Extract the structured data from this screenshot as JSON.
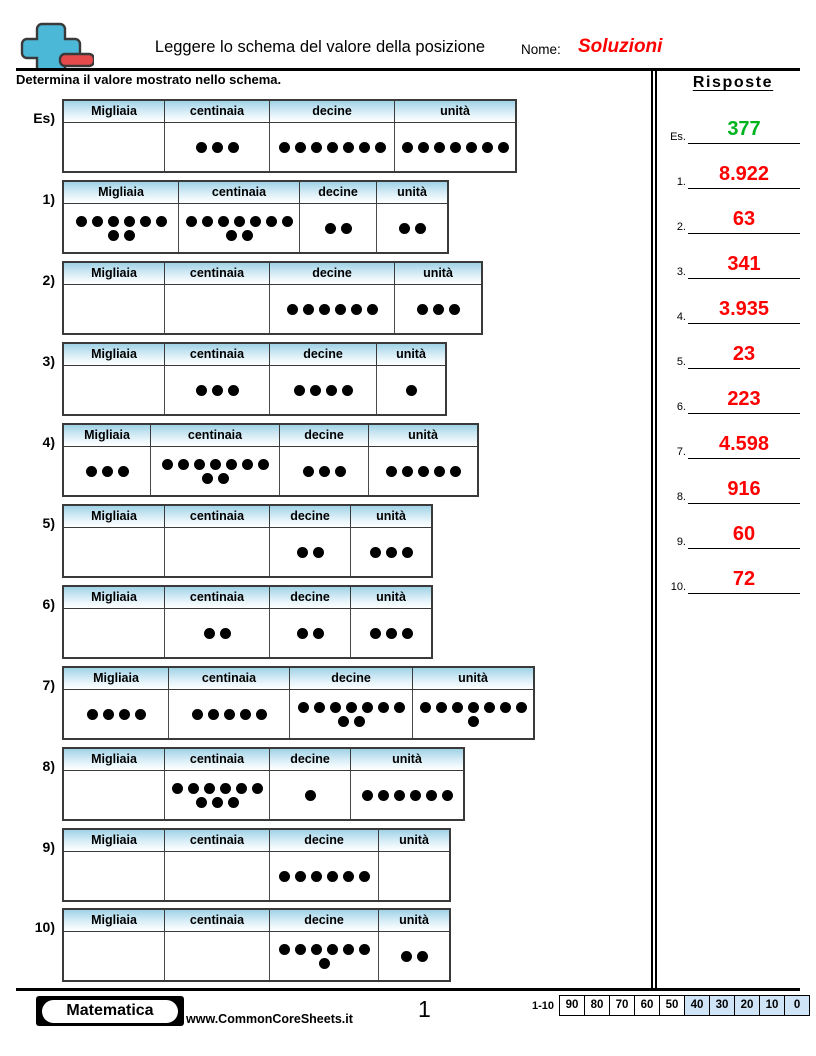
{
  "header": {
    "logo_icon": "plus-minus-logo-icon",
    "title": "Leggere lo schema del valore della posizione",
    "name_label": "Nome:",
    "name_value": "Soluzioni",
    "instructions": "Determina il valore mostrato nello schema."
  },
  "answers": {
    "title": "Risposte",
    "example_color": "#00b31e",
    "answer_color": "#ff0000",
    "rows": [
      {
        "num": "Es.",
        "value": "377",
        "is_example": true
      },
      {
        "num": "1.",
        "value": "8.922",
        "is_example": false
      },
      {
        "num": "2.",
        "value": "63",
        "is_example": false
      },
      {
        "num": "3.",
        "value": "341",
        "is_example": false
      },
      {
        "num": "4.",
        "value": "3.935",
        "is_example": false
      },
      {
        "num": "5.",
        "value": "23",
        "is_example": false
      },
      {
        "num": "6.",
        "value": "223",
        "is_example": false
      },
      {
        "num": "7.",
        "value": "4.598",
        "is_example": false
      },
      {
        "num": "8.",
        "value": "916",
        "is_example": false
      },
      {
        "num": "9.",
        "value": "60",
        "is_example": false
      },
      {
        "num": "10.",
        "value": "72",
        "is_example": false
      }
    ]
  },
  "columns": [
    "Migliaia",
    "centinaia",
    "decine",
    "unità"
  ],
  "problems": [
    {
      "num": "Es)",
      "counts": [
        0,
        3,
        7,
        7
      ],
      "answer": "377"
    },
    {
      "num": "1)",
      "counts": [
        8,
        9,
        2,
        2
      ],
      "answer": "8.922"
    },
    {
      "num": "2)",
      "counts": [
        0,
        0,
        6,
        3
      ],
      "answer": "63"
    },
    {
      "num": "3)",
      "counts": [
        0,
        3,
        4,
        1
      ],
      "answer": "341"
    },
    {
      "num": "4)",
      "counts": [
        3,
        9,
        3,
        5
      ],
      "answer": "3.935"
    },
    {
      "num": "5)",
      "counts": [
        0,
        0,
        2,
        3
      ],
      "answer": "23"
    },
    {
      "num": "6)",
      "counts": [
        0,
        2,
        2,
        3
      ],
      "answer": "223"
    },
    {
      "num": "7)",
      "counts": [
        4,
        5,
        9,
        8
      ],
      "answer": "4.598"
    },
    {
      "num": "8)",
      "counts": [
        0,
        9,
        1,
        6
      ],
      "answer": "916"
    },
    {
      "num": "9)",
      "counts": [
        0,
        0,
        6,
        0
      ],
      "answer": "60"
    },
    {
      "num": "10)",
      "counts": [
        0,
        0,
        7,
        2
      ],
      "answer": "72"
    }
  ],
  "footer": {
    "brand": "Matematica",
    "site": "www.CommonCoreSheets.it",
    "page_number": "1",
    "scale_label": "1-10",
    "scale_values": [
      "90",
      "80",
      "70",
      "60",
      "50",
      "40",
      "30",
      "20",
      "10",
      "0"
    ],
    "scale_highlighted": [
      "40",
      "30",
      "20",
      "10",
      "0"
    ],
    "scale_highlight_color": "#cfe4f7"
  }
}
